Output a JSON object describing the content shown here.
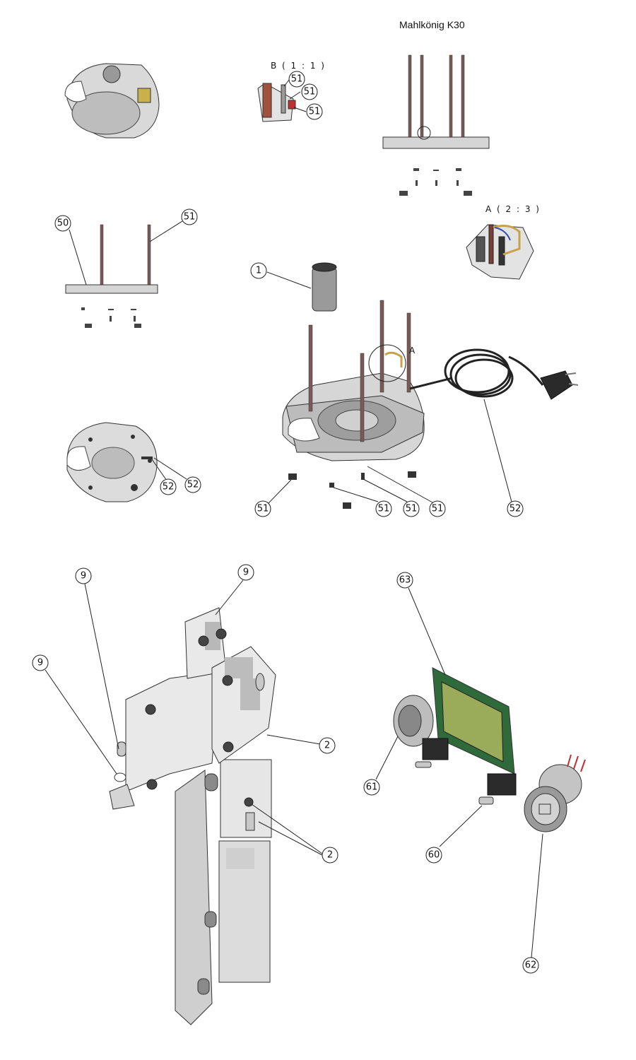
{
  "title": "Mahlkönig K30",
  "detail_labels": {
    "b": "B ( 1 : 1 )",
    "a": "A ( 2 : 3 )",
    "a_marker": "A"
  },
  "callouts": {
    "c1": "51",
    "c2": "51",
    "c3": "51",
    "c4": "50",
    "c5": "51",
    "c6": "1",
    "c7": "52",
    "c8": "52",
    "c9": "51",
    "c10": "51",
    "c11": "51",
    "c12": "51",
    "c13": "52",
    "c14": "9",
    "c15": "9",
    "c16": "9",
    "c17": "2",
    "c18": "2",
    "c19": "63",
    "c20": "61",
    "c21": "60",
    "c22": "62"
  }
}
